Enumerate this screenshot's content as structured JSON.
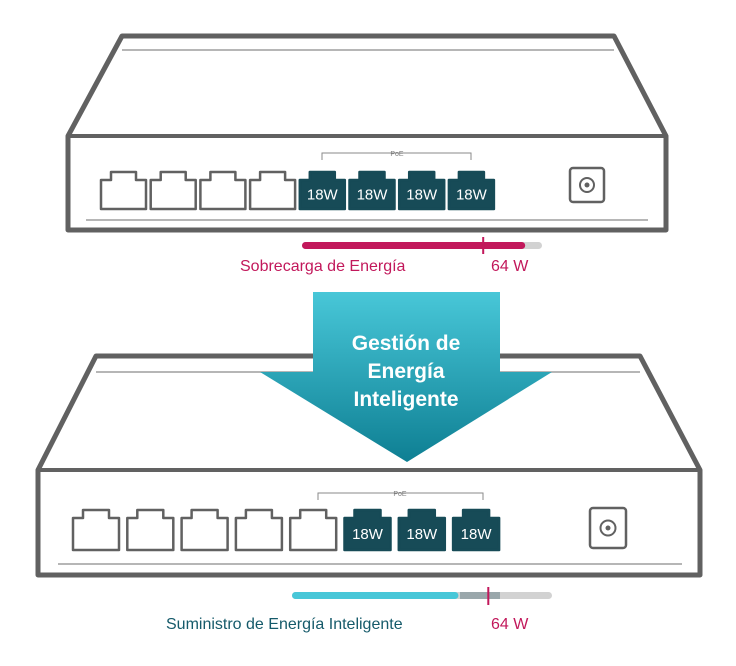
{
  "top_switch": {
    "poe_label": "PoE",
    "ports": [
      "",
      "",
      "",
      "",
      "18W",
      "18W",
      "18W",
      "18W"
    ],
    "power_bar": {
      "fill_fraction": 0.93,
      "limit_fraction": 0.755,
      "fill_color": "#c2185b"
    },
    "caption": "Sobrecarga de Energía",
    "limit_label": "64 W",
    "caption_color": "#c2185b"
  },
  "arrow": {
    "lines": [
      "Gestión de",
      "Energía",
      "Inteligente"
    ],
    "colors": [
      "#48c7d8",
      "#0e7f93"
    ]
  },
  "bottom_switch": {
    "poe_label": "PoE",
    "ports": [
      "",
      "",
      "",
      "",
      "",
      "18W",
      "18W",
      "18W"
    ],
    "power_bar": {
      "fill_fraction": 0.64,
      "limit_fraction": 0.755,
      "fill_color": "#48c7d8"
    },
    "caption": "Suministro de Energía Inteligente",
    "limit_label": "64 W",
    "caption_color": "#155a6a"
  },
  "colors": {
    "outline": "#616161",
    "poe_port": "#174b57",
    "limit_marker": "#c2185b",
    "bar_track": "#d2d2d2"
  }
}
